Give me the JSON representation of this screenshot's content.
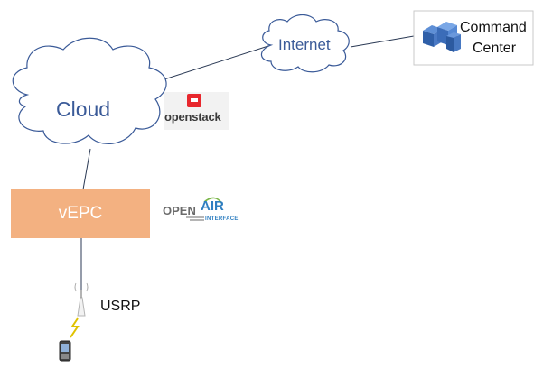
{
  "diagram": {
    "nodes": {
      "cloud": {
        "label": "Cloud",
        "color": "#3a5a98"
      },
      "internet": {
        "label": "Internet",
        "color": "#3a5a98"
      },
      "command_center": {
        "line1": "Command",
        "line2": "Center",
        "icon": "server-rack-icon"
      },
      "vepc": {
        "label": "vEPC",
        "fill": "#f3b181"
      },
      "usrp": {
        "label": "USRP",
        "icon": "antenna-icon"
      },
      "phone": {
        "icon": "mobile-phone-icon"
      }
    },
    "logos": {
      "openstack": {
        "text": "openstack",
        "mark_color": "#e8272d"
      },
      "openairinterface": {
        "word1": "OPEN",
        "word2": "AIR",
        "word3": "INTERFACE",
        "color": "#2f7fc1"
      }
    },
    "edges": [
      {
        "from": "cloud",
        "to": "internet"
      },
      {
        "from": "internet",
        "to": "command_center"
      },
      {
        "from": "cloud",
        "to": "vepc"
      },
      {
        "from": "vepc",
        "to": "usrp"
      },
      {
        "from": "usrp",
        "to": "phone",
        "style": "wireless"
      }
    ]
  }
}
